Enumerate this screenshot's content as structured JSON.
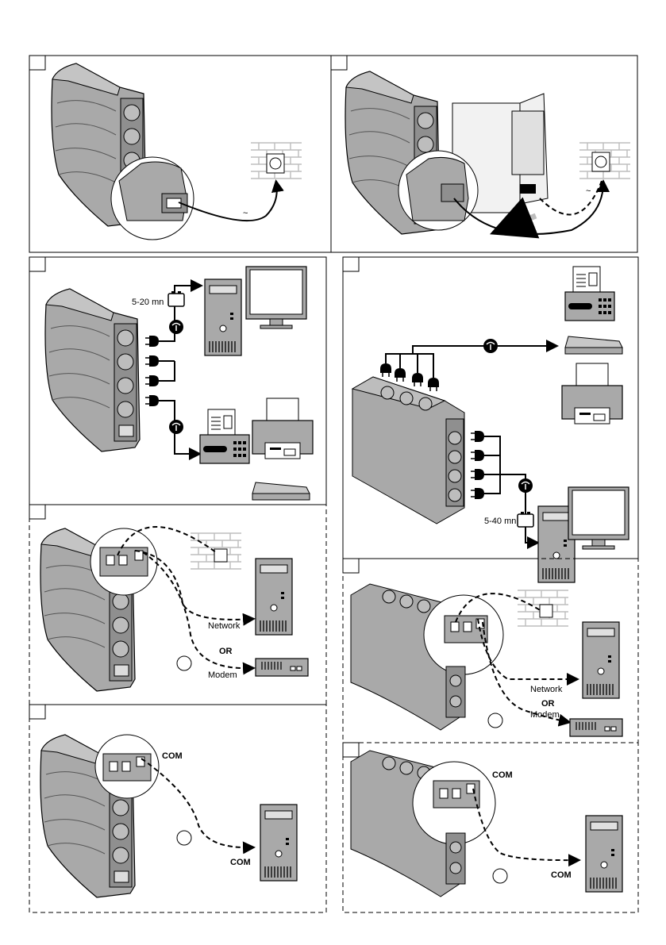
{
  "labels": {
    "time_short": "5-20 mn",
    "time_long": "5-40 mn",
    "network": "Network",
    "or": "OR",
    "modem": "Modem",
    "com": "COM"
  },
  "colors": {
    "ups_body": "#a9a9a9",
    "ups_dark": "#7a7a7a",
    "outline": "#000000",
    "brick": "#cfcfcf"
  },
  "icons": [
    "ups-tower-icon",
    "ups-horizontal-icon",
    "wall-socket-icon",
    "pc-tower-icon",
    "monitor-icon",
    "fax-icon",
    "printer-icon",
    "scanner-icon",
    "modem-icon",
    "plug-icon",
    "surge-protect-icon",
    "battery-icon",
    "magnifier-circle-icon"
  ]
}
